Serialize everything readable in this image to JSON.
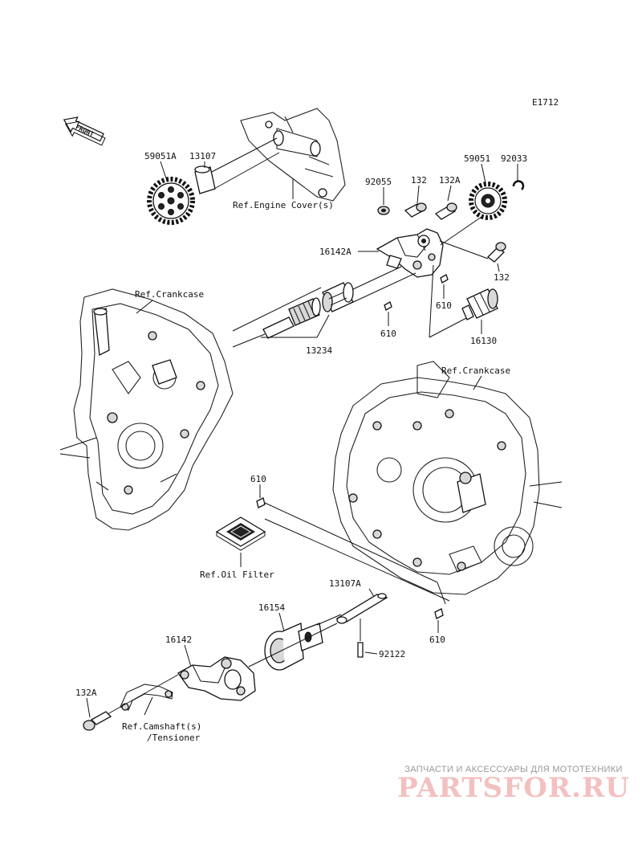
{
  "diagram_code": "E1712",
  "front_label": "FRONT",
  "callouts": {
    "p59051A": "59051A",
    "p13107": "13107",
    "ref_engine_cover": "Ref.Engine Cover(s)",
    "p92055": "92055",
    "p132_top": "132",
    "p132A_top": "132A",
    "p59051": "59051",
    "p92033": "92033",
    "p16142A": "16142A",
    "p132_right": "132",
    "p610_a": "610",
    "p610_b": "610",
    "p16130": "16130",
    "ref_crankcase_left": "Ref.Crankcase",
    "p13234": "13234",
    "ref_crankcase_right": "Ref.Crankcase",
    "p610_c": "610",
    "ref_oil_filter": "Ref.Oil Filter",
    "p13107A": "13107A",
    "p16154": "16154",
    "p610_d": "610",
    "p92122": "92122",
    "p16142": "16142",
    "p132A_bottom": "132A",
    "ref_camshaft_line1": "Ref.Camshaft(s)",
    "ref_camshaft_line2": "/Tensioner"
  },
  "watermark": {
    "tagline": "ЗАПЧАСТИ И АКСЕССУАРЫ ДЛЯ МОТОТЕХНИКИ",
    "logo": "PARTSFOR.RU"
  }
}
